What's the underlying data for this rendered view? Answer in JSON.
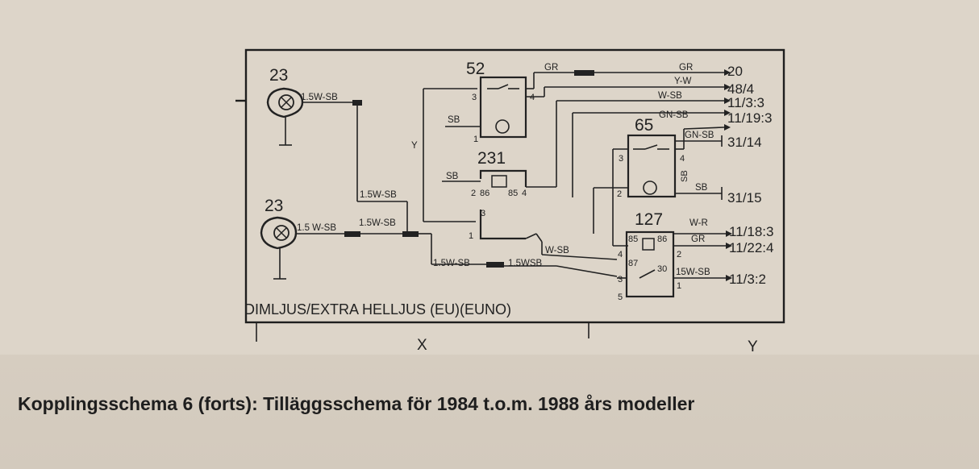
{
  "diagram": {
    "frame_label": "DIMLJUS/EXTRA HELLJUS (EU)(EUNO)",
    "axis": {
      "x_label": "X",
      "y_label": "Y"
    },
    "components": [
      {
        "id": "c23a",
        "number": "23"
      },
      {
        "id": "c23b",
        "number": "23"
      },
      {
        "id": "c52",
        "number": "52"
      },
      {
        "id": "c231",
        "number": "231"
      },
      {
        "id": "c65",
        "number": "65"
      },
      {
        "id": "c127",
        "number": "127"
      }
    ],
    "wire_labels": {
      "w1": "1.5W-SB",
      "w2": "1.5W-SB",
      "w3": "1.5 W-SB",
      "w4": "1.5W-SB",
      "w5": "1.5W-SB",
      "w6": "1.5WSB",
      "w7": "GR",
      "w8": "GR",
      "w9": "Y-W",
      "w10": "W-SB",
      "w11": "GN-SB",
      "w12": "GN-SB",
      "w13": "SB",
      "w14": "SB",
      "w15": "SB",
      "w16": "W-R",
      "w17": "GR",
      "w18": "W-SB",
      "w19": "15W-SB",
      "w20": "SB",
      "w21": "Y"
    },
    "references": [
      "20",
      "48/4",
      "11/3:3",
      "11/19:3",
      "31/14",
      "31/15",
      "11/18:3",
      "11/22:4",
      "11/3:2"
    ],
    "pins": {
      "c52_3": "3",
      "c52_4": "4",
      "c52_1": "1",
      "c231_2": "2",
      "c231_86": "86",
      "c231_85": "85",
      "c231_3": "3",
      "c231_1": "1",
      "c231_4": "4",
      "c65_3": "3",
      "c65_2": "2",
      "c65_sb": "SB",
      "c65_4": "4",
      "c127_85": "85",
      "c127_86": "86",
      "c127_87": "87",
      "c127_30": "30",
      "c127_4": "4",
      "c127_2": "2",
      "c127_3": "3",
      "c127_1": "1",
      "c127_5": "5"
    }
  },
  "caption": "Kopplingsschema 6 (forts): Tilläggsschema för 1984 t.o.m. 1988 års modeller"
}
